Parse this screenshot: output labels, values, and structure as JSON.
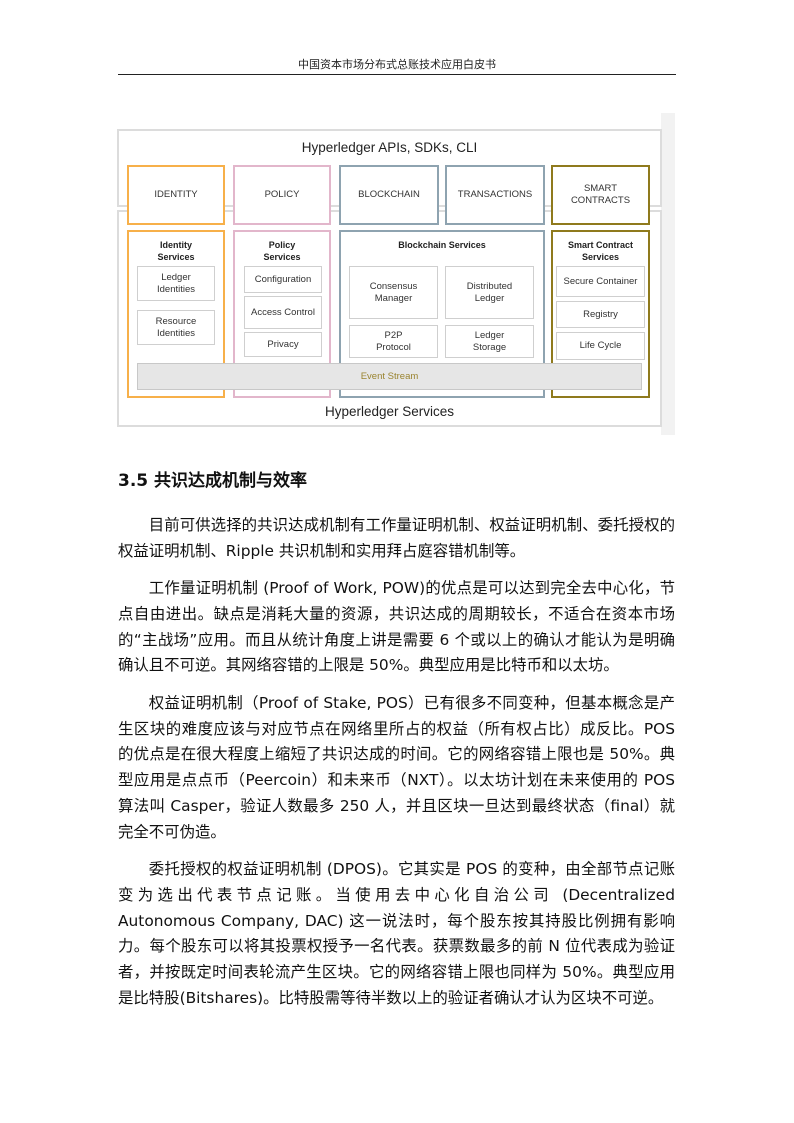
{
  "header": {
    "title": "中国资本市场分布式总账技术应用白皮书"
  },
  "figure": {
    "api_title": "Hyperledger APIs, SDKs, CLI",
    "services_title": "Hyperledger Services",
    "top_boxes": [
      "IDENTITY",
      "POLICY",
      "BLOCKCHAIN",
      "TRANSACTIONS",
      "SMART\nCONTRACTS"
    ],
    "identity": {
      "title": "Identity\nServices",
      "items": [
        "Ledger\nIdentities",
        "Resource\nIdentities"
      ]
    },
    "policy": {
      "title": "Policy\nServices",
      "items": [
        "Configuration",
        "Access Control",
        "Privacy"
      ]
    },
    "blockchain": {
      "title": "Blockchain Services",
      "items": [
        "Consensus\nManager",
        "Distributed\nLedger",
        "P2P\nProtocol",
        "Ledger\nStorage"
      ]
    },
    "smart": {
      "title": "Smart Contract\nServices",
      "items": [
        "Secure Container",
        "Registry",
        "Life Cycle"
      ]
    },
    "event_stream": "Event Stream",
    "colors": {
      "identity": "#f7b04a",
      "policy": "#e2b6cb",
      "blockchain": "#8ea3b0",
      "smart": "#8f7a1d"
    }
  },
  "section": {
    "heading": "3.5  共识达成机制与效率"
  },
  "paragraphs": [
    "目前可供选择的共识达成机制有工作量证明机制、权益证明机制、委托授权的权益证明机制、Ripple 共识机制和实用拜占庭容错机制等。",
    "工作量证明机制 (Proof of Work, POW)的优点是可以达到完全去中心化，节点自由进出。缺点是消耗大量的资源，共识达成的周期较长，不适合在资本市场的“主战场”应用。而且从统计角度上讲是需要 6 个或以上的确认才能认为是明确确认且不可逆。其网络容错的上限是 50%。典型应用是比特币和以太坊。",
    "权益证明机制（Proof of Stake, POS）已有很多不同变种，但基本概念是产生区块的难度应该与对应节点在网络里所占的权益（所有权占比）成反比。POS 的优点是在很大程度上缩短了共识达成的时间。它的网络容错上限也是 50%。典型应用是点点币（Peercoin）和未来币（NXT）。以太坊计划在未来使用的 POS 算法叫 Casper，验证人数最多 250 人，并且区块一旦达到最终状态（final）就完全不可伪造。",
    "委托授权的权益证明机制 (DPOS)。它其实是 POS 的变种，由全部节点记账变为选出代表节点记账。当使用去中心化自治公司 (Decentralized Autonomous Company, DAC) 这一说法时，每个股东按其持股比例拥有影响力。每个股东可以将其投票权授予一名代表。获票数最多的前 N 位代表成为验证者，并按既定时间表轮流产生区块。它的网络容错上限也同样为 50%。典型应用是比特股(Bitshares)。比特股需等待半数以上的验证者确认才认为区块不可逆。"
  ]
}
